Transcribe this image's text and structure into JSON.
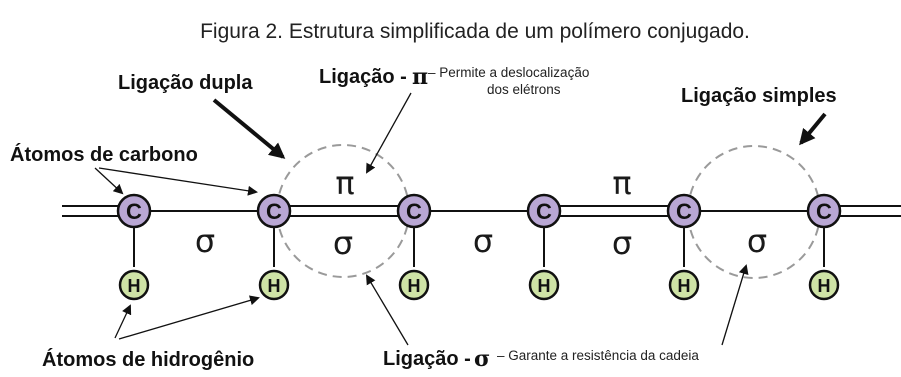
{
  "title": "Figura 2. Estrutura simplificada de um polímero conjugado.",
  "labels": {
    "double_bond": "Ligação dupla",
    "single_bond": "Ligação simples",
    "carbon_atoms": "Átomos de carbono",
    "hydrogen_atoms": "Átomos de hidrogênio",
    "pi_bond_prefix": "Ligação -",
    "pi_bond_symbol": "π",
    "pi_bond_desc_line1": "– Permite a deslocalização",
    "pi_bond_desc_line2": "dos elétrons",
    "sigma_bond_prefix": "Ligação -",
    "sigma_bond_symbol": "σ",
    "sigma_bond_desc": "– Garante a resistência da cadeia"
  },
  "atoms": {
    "carbon_letter": "C",
    "hydrogen_letter": "H",
    "carbon_count": 6,
    "hydrogen_count": 6
  },
  "bond_symbols": {
    "sigma": [
      "σ",
      "σ",
      "σ",
      "σ",
      "σ"
    ],
    "pi": [
      "π",
      "π"
    ]
  },
  "colors": {
    "carbon_fill": "#b9a7d4",
    "hydrogen_fill": "#cfe3a6",
    "bond_line": "#111111",
    "dashed_circle": "#9a9a9a"
  }
}
